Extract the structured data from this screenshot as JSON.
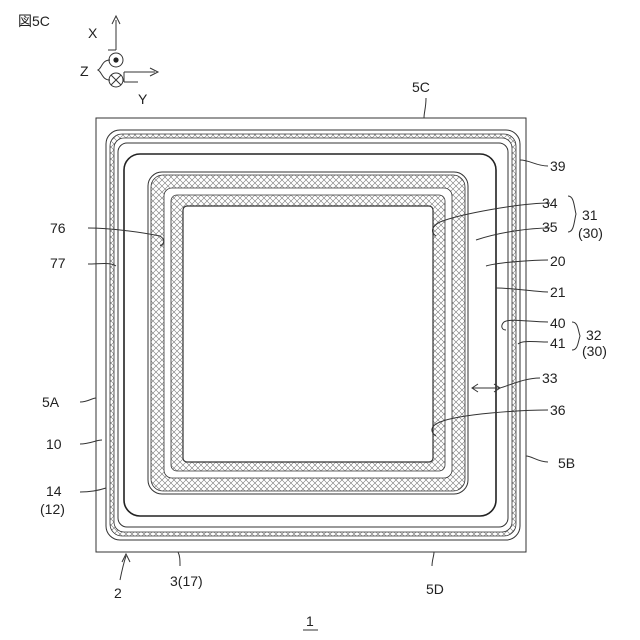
{
  "figure": {
    "title": "図5C",
    "reference": "1"
  },
  "axes": {
    "x": "X",
    "y": "Y",
    "z": "Z"
  },
  "labels": {
    "l5c": "5C",
    "l39": "39",
    "l34": "34",
    "l31": "31",
    "l31b": "(30)",
    "l35": "35",
    "l20": "20",
    "l21": "21",
    "l40": "40",
    "l32": "32",
    "l41": "41",
    "l32b": "(30)",
    "l33": "33",
    "l36": "36",
    "l5b": "5B",
    "l5d": "5D",
    "l76": "76",
    "l77": "77",
    "l5a": "5A",
    "l10": "10",
    "l14": "14",
    "l14b": "(12)",
    "l2": "2",
    "l3": "3(17)"
  },
  "colors": {
    "line": "#222222",
    "hatch": "#777777",
    "background": "#ffffff"
  }
}
